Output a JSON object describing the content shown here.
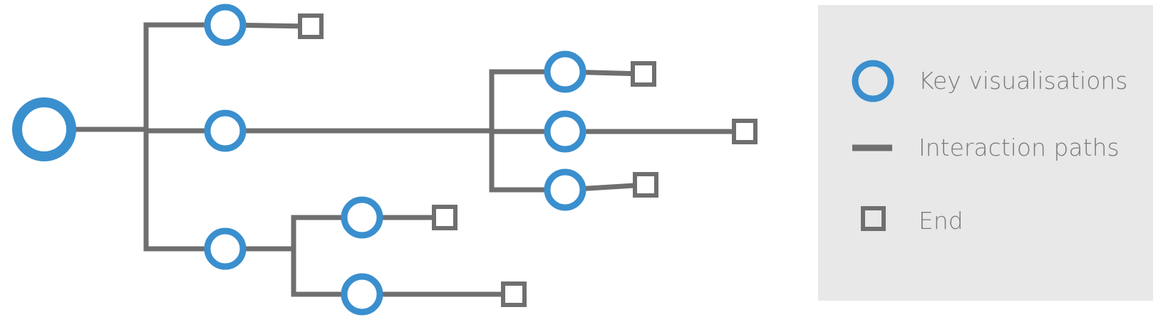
{
  "colors": {
    "node": "#3a8fce",
    "path": "#6f6f6f",
    "end": "#6f6f6f",
    "legend_bg": "#e8e8e8",
    "legend_text": "#7a7a7a"
  },
  "legend": {
    "items": [
      {
        "icon": "key-visualisation-icon",
        "label": "Key visualisations"
      },
      {
        "icon": "interaction-path-icon",
        "label": "Interaction paths"
      },
      {
        "icon": "end-icon",
        "label": "End"
      }
    ]
  },
  "diagram": {
    "nodes": [
      {
        "id": "root",
        "kind": "root"
      },
      {
        "id": "n1",
        "kind": "visualisation"
      },
      {
        "id": "n2",
        "kind": "visualisation"
      },
      {
        "id": "n3",
        "kind": "visualisation"
      },
      {
        "id": "n4",
        "kind": "visualisation"
      },
      {
        "id": "n5",
        "kind": "visualisation"
      },
      {
        "id": "n6",
        "kind": "visualisation"
      },
      {
        "id": "n7",
        "kind": "visualisation"
      },
      {
        "id": "n8",
        "kind": "visualisation"
      },
      {
        "id": "e1",
        "kind": "end"
      },
      {
        "id": "e2",
        "kind": "end"
      },
      {
        "id": "e3",
        "kind": "end"
      },
      {
        "id": "e4",
        "kind": "end"
      },
      {
        "id": "e5",
        "kind": "end"
      },
      {
        "id": "e6",
        "kind": "end"
      }
    ],
    "edges": [
      [
        "root",
        "n1"
      ],
      [
        "root",
        "n2"
      ],
      [
        "root",
        "n3"
      ],
      [
        "n1",
        "e1"
      ],
      [
        "n2",
        "n4"
      ],
      [
        "n2",
        "n5"
      ],
      [
        "n2",
        "n6"
      ],
      [
        "n4",
        "e2"
      ],
      [
        "n5",
        "e3"
      ],
      [
        "n6",
        "e4"
      ],
      [
        "n3",
        "n7"
      ],
      [
        "n3",
        "n8"
      ],
      [
        "n7",
        "e5"
      ],
      [
        "n8",
        "e6"
      ]
    ]
  }
}
